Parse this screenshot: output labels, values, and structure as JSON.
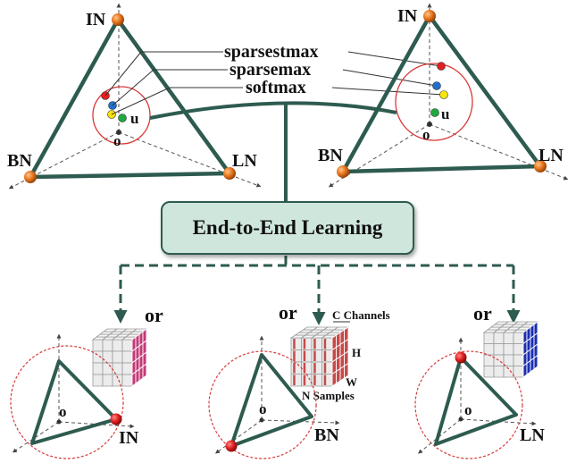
{
  "top_left": {
    "vertices": {
      "top": "IN",
      "left": "BN",
      "right": "LN"
    },
    "points": {
      "origin": "o",
      "uniform": "u"
    }
  },
  "top_right": {
    "vertices": {
      "top": "IN",
      "left": "BN",
      "right": "LN"
    },
    "points": {
      "origin": "o",
      "uniform": "u"
    }
  },
  "methods": {
    "sparsestmax": "sparsestmax",
    "sparsemax": "sparsemax",
    "softmax": "softmax"
  },
  "center": {
    "label": "End-to-End Learning"
  },
  "branches": [
    {
      "or": "or",
      "vertex": "IN",
      "origin": "o"
    },
    {
      "or": "or",
      "vertex": "BN",
      "origin": "o",
      "tensor_labels": {
        "channels": "C Channels",
        "h": "H",
        "w": "W",
        "samples": "N Samples"
      }
    },
    {
      "or": "or",
      "vertex": "LN",
      "origin": "o"
    }
  ],
  "colors": {
    "triangle": "#2e5b50",
    "vertex_node": "#e8761e",
    "circle": "#d83a3a",
    "sparsestmax_dot": "#e02020",
    "sparsemax_dot": "#1f6fd0",
    "softmax_dot": "#f5e50a",
    "uniform_dot": "#1ea93e",
    "box_fill": "#cfe6dc",
    "cube_in": "#c33a78",
    "cube_bn": "#c64a4a",
    "cube_ln": "#1a2eb0"
  }
}
